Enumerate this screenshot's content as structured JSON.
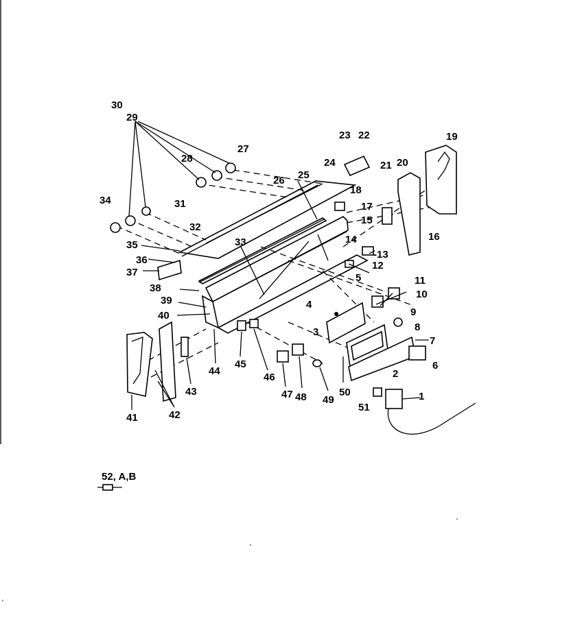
{
  "callouts": {
    "c1": "1",
    "c2": "2",
    "c3": "3",
    "c4": "4",
    "c5": "5",
    "c6": "6",
    "c7": "7",
    "c8": "8",
    "c9": "9",
    "c10": "10",
    "c11": "11",
    "c12": "12",
    "c13": "13",
    "c14": "14",
    "c15": "15",
    "c16": "16",
    "c17": "17",
    "c18": "18",
    "c19": "19",
    "c20": "20",
    "c21": "21",
    "c22": "22",
    "c23": "23",
    "c24": "24",
    "c25": "25",
    "c26": "26",
    "c27": "27",
    "c28": "28",
    "c29": "29",
    "c30": "30",
    "c31": "31",
    "c32": "32",
    "c33": "33",
    "c34": "34",
    "c35": "35",
    "c36": "36",
    "c37": "37",
    "c38": "38",
    "c39": "39",
    "c40": "40",
    "c41": "41",
    "c42": "42",
    "c43": "43",
    "c44": "44",
    "c45": "45",
    "c46": "46",
    "c47": "47",
    "c48": "48",
    "c49": "49",
    "c50": "50",
    "c51": "51",
    "c52": "52, A,B"
  }
}
